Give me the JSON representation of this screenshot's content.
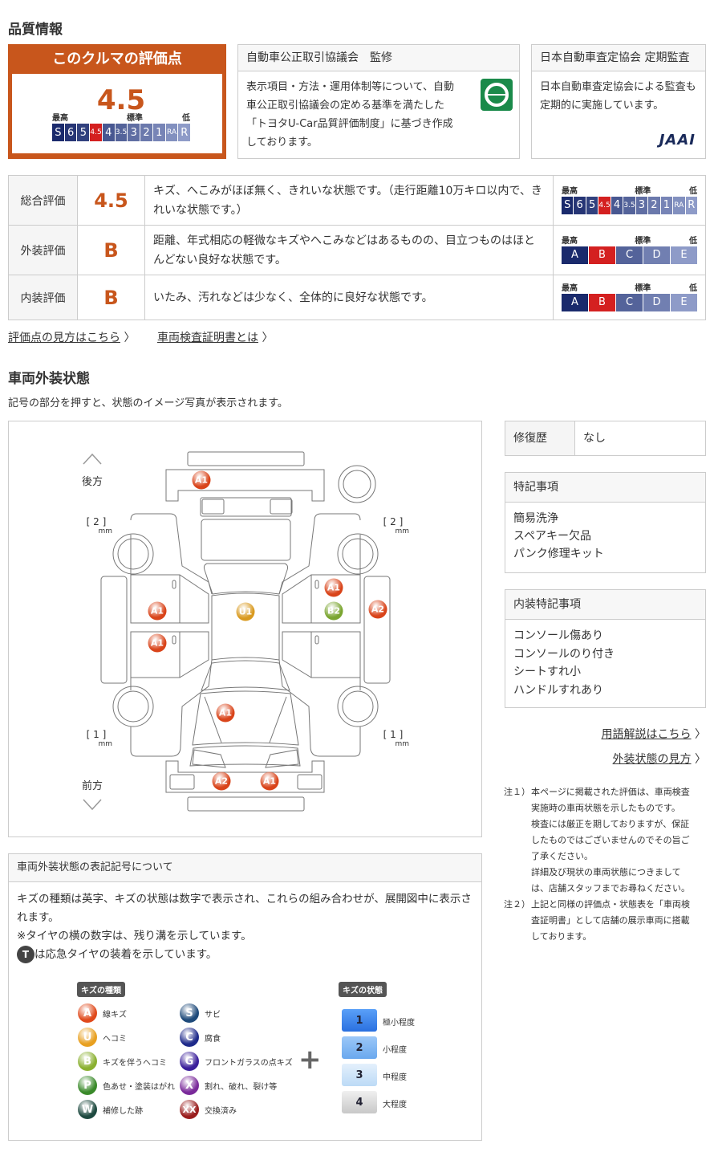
{
  "section_title": "品質情報",
  "rating_box": {
    "title": "このクルマの評価点",
    "score": "4.5"
  },
  "scale_labels": {
    "high": "最高",
    "mid": "標準",
    "low": "低"
  },
  "score_scale": [
    "S",
    "6",
    "5",
    "4.5",
    "4",
    "3.5",
    "3",
    "2",
    "1",
    "RA",
    "R"
  ],
  "score_selected": "4.5",
  "grade_scale": [
    "A",
    "B",
    "C",
    "D",
    "E"
  ],
  "colors": {
    "accent": "#c8561c",
    "selected": "#d42020",
    "scale_dark": "#1a2a6c",
    "scale_light": "#8e9bc8"
  },
  "kousei": {
    "header": "自動車公正取引協議会　監修",
    "body": "表示項目・方法・運用体制等について、自動車公正取引協議会の定める基準を満たした「トヨタU-Car品質評価制度」に基づき作成しております。"
  },
  "jaai": {
    "header": "日本自動車査定協会 定期監査",
    "body": "日本自動車査定協会による監査も定期的に実施しています。",
    "logo": "JAAI"
  },
  "evaluations": [
    {
      "label": "総合評価",
      "value": "4.5",
      "desc": "キズ、へこみがほぼ無く、きれいな状態です。（走行距離10万キロ以内で、きれいな状態です。）",
      "scale": "score",
      "selected": "4.5"
    },
    {
      "label": "外装評価",
      "value": "B",
      "desc": "距離、年式相応の軽微なキズやへこみなどはあるものの、目立つものはほとんどない良好な状態です。",
      "scale": "grade",
      "selected": "B"
    },
    {
      "label": "内装評価",
      "value": "B",
      "desc": "いたみ、汚れなどは少なく、全体的に良好な状態です。",
      "scale": "grade",
      "selected": "B"
    }
  ],
  "links": {
    "score_guide": "評価点の見方はこちら",
    "cert": "車両検査証明書とは",
    "glossary": "用語解説はこちら",
    "exterior_guide": "外装状態の見方"
  },
  "exterior": {
    "title": "車両外装状態",
    "subtitle": "記号の部分を押すと、状態のイメージ写真が表示されます。",
    "rear": "後方",
    "front": "前方",
    "tread": {
      "rear_left": "2",
      "rear_right": "2",
      "front_left": "1",
      "front_right": "1",
      "unit": "mm"
    },
    "marks": [
      {
        "code": "A1",
        "type": "A"
      },
      {
        "code": "A1",
        "type": "A"
      },
      {
        "code": "A1",
        "type": "A"
      },
      {
        "code": "U1",
        "type": "U"
      },
      {
        "code": "A1",
        "type": "A"
      },
      {
        "code": "B2",
        "type": "B"
      },
      {
        "code": "A2",
        "type": "A"
      },
      {
        "code": "A1",
        "type": "A"
      },
      {
        "code": "A2",
        "type": "A"
      },
      {
        "code": "A1",
        "type": "A"
      }
    ]
  },
  "repair": {
    "label": "修復歴",
    "value": "なし"
  },
  "special": {
    "header": "特記事項",
    "items": [
      "簡易洗浄",
      "スペアキー欠品",
      "パンク修理キット"
    ]
  },
  "interior_special": {
    "header": "内装特記事項",
    "items": [
      "コンソール傷あり",
      "コンソールのり付き",
      "シートすれ小",
      "ハンドルすれあり"
    ]
  },
  "notes": [
    {
      "tag": "注１）",
      "lines": [
        "本ページに掲載された評価は、車両検査",
        "実施時の車両状態を示したものです。",
        "検査には厳正を期しておりますが、保証",
        "したものではございませんのでその旨ご",
        "了承ください。",
        "詳細及び現状の車両状態につきまして",
        "は、店舗スタッフまでお尋ねください。"
      ]
    },
    {
      "tag": "注２）",
      "lines": [
        "上記と同様の評価点・状態表を「車両検",
        "査証明書」として店舗の展示車両に搭載",
        "しております。"
      ]
    }
  ],
  "legend": {
    "header": "車両外装状態の表記記号について",
    "text1": "キズの種類は英字、キズの状態は数字で表示され、これらの組み合わせが、展開図中に表示されます。",
    "text2": "※タイヤの横の数字は、残り溝を示しています。",
    "text3_icon": "T",
    "text3": "は応急タイヤの装着を示しています。",
    "types_title": "キズの種類",
    "states_title": "キズの状態",
    "plus": "+",
    "types": [
      {
        "code": "A",
        "label": "線キズ",
        "color": "#e04a1c"
      },
      {
        "code": "U",
        "label": "ヘコミ",
        "color": "#e8a020"
      },
      {
        "code": "B",
        "label": "キズを伴うヘコミ",
        "color": "#8ab030"
      },
      {
        "code": "P",
        "label": "色あせ・塗装はがれ",
        "color": "#3a8a2a"
      },
      {
        "code": "W",
        "label": "補修した跡",
        "color": "#1e4a40"
      },
      {
        "code": "S",
        "label": "サビ",
        "color": "#1e4a7a"
      },
      {
        "code": "C",
        "label": "腐食",
        "color": "#1e2a8a"
      },
      {
        "code": "G",
        "label": "フロントガラスの点キズ",
        "color": "#3a1e9a"
      },
      {
        "code": "X",
        "label": "割れ、破れ、裂け等",
        "color": "#7a2a9a"
      },
      {
        "code": "XX",
        "label": "交換済み",
        "color": "#9a1e1e"
      }
    ],
    "states": [
      {
        "n": "1",
        "label": "極小程度"
      },
      {
        "n": "2",
        "label": "小程度"
      },
      {
        "n": "3",
        "label": "中程度"
      },
      {
        "n": "4",
        "label": "大程度"
      }
    ]
  }
}
